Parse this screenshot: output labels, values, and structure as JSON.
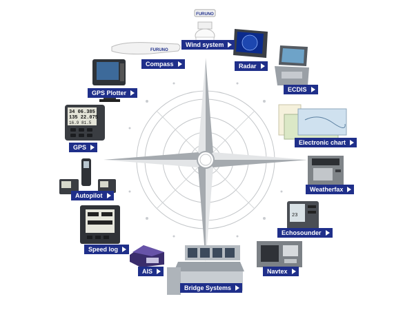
{
  "products": [
    {
      "label": "Wind system",
      "icon": "wind-sensor-icon"
    },
    {
      "label": "Compass",
      "icon": "compass-sensor-icon"
    },
    {
      "label": "Radar",
      "icon": "radar-display-icon"
    },
    {
      "label": "ECDIS",
      "icon": "ecdis-console-icon"
    },
    {
      "label": "GPS Plotter",
      "icon": "gps-plotter-icon"
    },
    {
      "label": "Electronic chart",
      "icon": "electronic-chart-icon"
    },
    {
      "label": "GPS",
      "icon": "gps-unit-icon"
    },
    {
      "label": "Weatherfax",
      "icon": "weatherfax-icon"
    },
    {
      "label": "Autopilot",
      "icon": "autopilot-icon"
    },
    {
      "label": "Echosounder",
      "icon": "echosounder-icon"
    },
    {
      "label": "Speed log",
      "icon": "speed-log-icon"
    },
    {
      "label": "AIS",
      "icon": "ais-unit-icon"
    },
    {
      "label": "Navtex",
      "icon": "navtex-icon"
    },
    {
      "label": "Bridge Systems",
      "icon": "bridge-systems-icon"
    }
  ],
  "brand": {
    "logo_text": "FURUNO",
    "label_color": "#1f2f8a",
    "rose_color": "#a9aeb3"
  },
  "devices": {
    "gps_screen_lines": [
      "34 06.385",
      "135 22.075",
      "16.9 81.5"
    ]
  }
}
